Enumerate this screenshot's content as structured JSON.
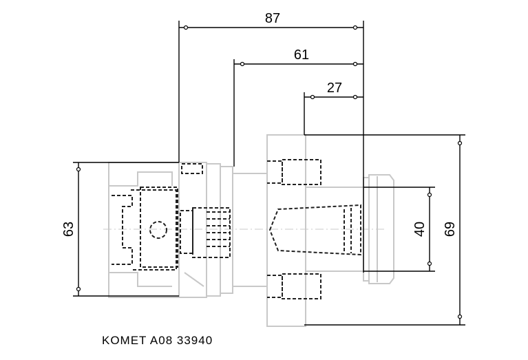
{
  "drawing": {
    "dimensions": {
      "d87": "87",
      "d61": "61",
      "d27": "27",
      "d63": "63",
      "d40": "40",
      "d69": "69"
    },
    "caption": "KOMET A08 33940",
    "colors": {
      "part_outline": "#c8c8c8",
      "hidden_lines": "#202020",
      "dimension_lines": "#000000"
    }
  }
}
